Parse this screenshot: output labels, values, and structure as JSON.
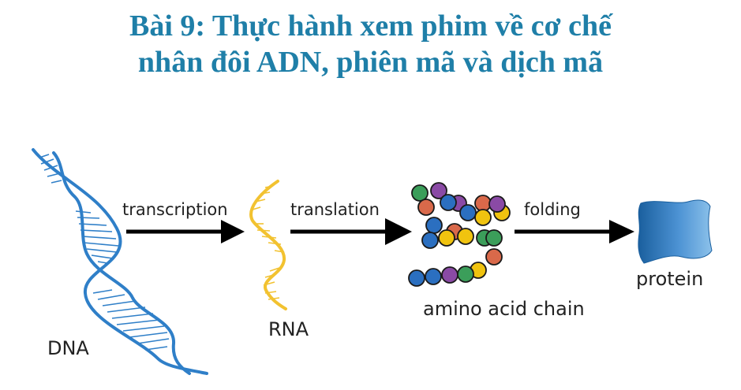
{
  "title": {
    "line1": "Bài 9: Thực hành xem phim về cơ chế",
    "line2": "nhân đôi ADN, phiên mã và dịch mã"
  },
  "labels": {
    "dna": "DNA",
    "rna": "RNA",
    "transcription": "transcription",
    "translation": "translation",
    "folding": "folding",
    "amino_chain": "amino acid chain",
    "protein": "protein"
  },
  "colors": {
    "title": "#1f7fa8",
    "dna": "#2f7fc8",
    "rna": "#f2c230",
    "arrow": "#000000",
    "protein_dark": "#1a5f9e",
    "protein_light": "#7fb8e6",
    "beads": [
      "#c8d93a",
      "#2b6fc0",
      "#f0c30f",
      "#8a4aa5",
      "#d9694a",
      "#3b9e5a",
      "#d7883f"
    ]
  },
  "amino_beads": [
    "green",
    "purple",
    "orange",
    "purple",
    "orange",
    "blue",
    "blue",
    "yellow",
    "blue",
    "orange",
    "yellow",
    "green",
    "blue",
    "yellow",
    "yellow",
    "purple",
    "green",
    "orange",
    "yellow",
    "green",
    "purple",
    "blue",
    "blue"
  ]
}
